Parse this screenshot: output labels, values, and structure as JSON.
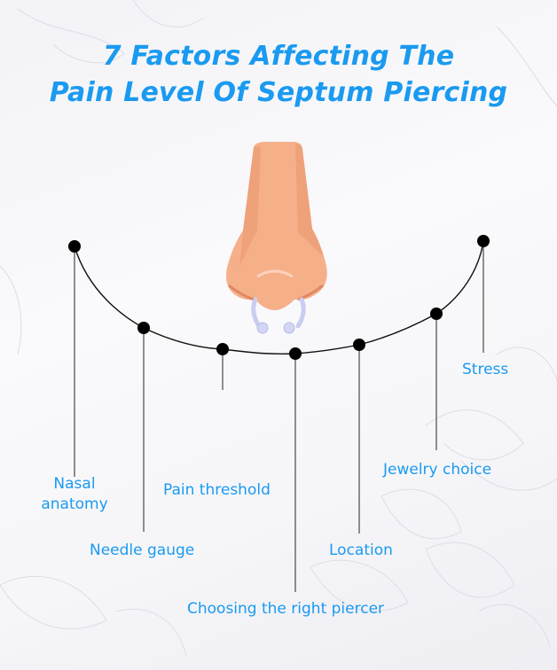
{
  "title": {
    "line1": "7 Factors Affecting The",
    "line2": "Pain Level Of Septum Piercing"
  },
  "colors": {
    "title": "#1a9af0",
    "label": "#1a9af0",
    "dot": "#000000",
    "line": "#555555",
    "nose_skin": "#f5b08a",
    "nose_shadow": "#ec9b73",
    "ring": "#c9cdf0"
  },
  "illustration": "nose-with-septum-ring",
  "factors": [
    {
      "label_line1": "Nasal",
      "label_line2": "anatomy"
    },
    {
      "label_line1": "Needle gauge"
    },
    {
      "label_line1": "Pain threshold"
    },
    {
      "label_line1": "Choosing the right piercer"
    },
    {
      "label_line1": "Location"
    },
    {
      "label_line1": "Jewelry choice"
    },
    {
      "label_line1": "Stress"
    }
  ]
}
